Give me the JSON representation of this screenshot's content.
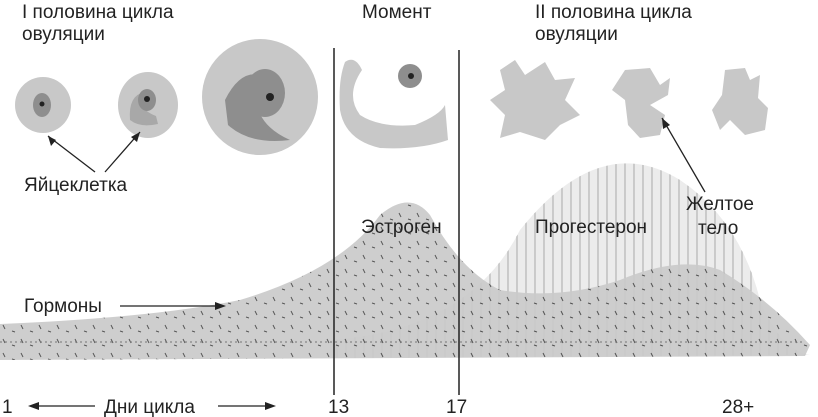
{
  "headers": {
    "first_half_line1": "I половина цикла",
    "first_half_line2": "овуляции",
    "moment": "Момент",
    "second_half_line1": "II половина цикла",
    "second_half_line2": "овуляции"
  },
  "labels": {
    "egg": "Яйцеклетка",
    "estrogen": "Эстроген",
    "progesterone": "Прогестерон",
    "corpus_luteum_line1": "Желтое",
    "corpus_luteum_line2": "тело",
    "hormones": "Гормоны"
  },
  "axis": {
    "start": "1",
    "days_label": "Дни цикла",
    "day13": "13",
    "day17": "17",
    "day28": "28+"
  },
  "colors": {
    "light": "#d0d0d0",
    "mid": "#a9a9a9",
    "dark": "#8a8a8a",
    "line": "#222222"
  }
}
